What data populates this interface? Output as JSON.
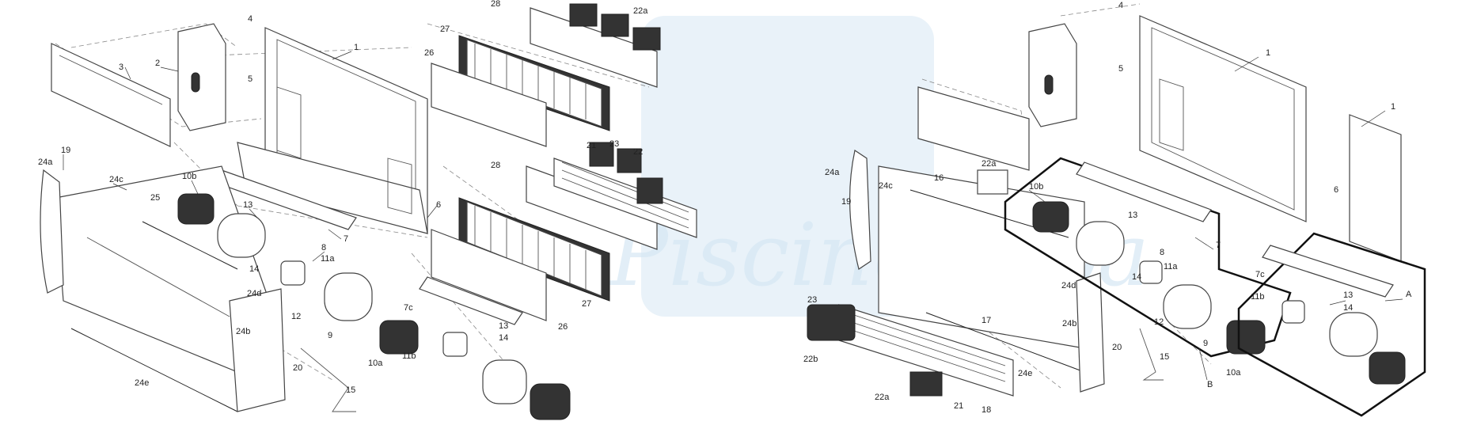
{
  "watermark": {
    "text": "Piscines spa",
    "color": "#cfe3f1"
  },
  "diagram": {
    "left_labels": [
      "1",
      "2",
      "3",
      "4",
      "5",
      "6",
      "7",
      "7c",
      "8",
      "9",
      "10a",
      "10b",
      "11a",
      "11b",
      "12",
      "13",
      "14",
      "15",
      "19",
      "20",
      "21",
      "22",
      "22a",
      "23",
      "24a",
      "24b",
      "24c",
      "24d",
      "24e",
      "25",
      "26",
      "27",
      "28"
    ],
    "right_labels": [
      "1",
      "1",
      "4",
      "5",
      "6",
      "7",
      "7c",
      "8",
      "9",
      "10a",
      "10b",
      "11a",
      "11b",
      "12",
      "13",
      "13",
      "14",
      "14",
      "15",
      "16",
      "17",
      "18",
      "19",
      "20",
      "21",
      "22a",
      "22a",
      "22b",
      "23",
      "24a",
      "24b",
      "24c",
      "24d",
      "24e",
      "A",
      "B"
    ]
  }
}
